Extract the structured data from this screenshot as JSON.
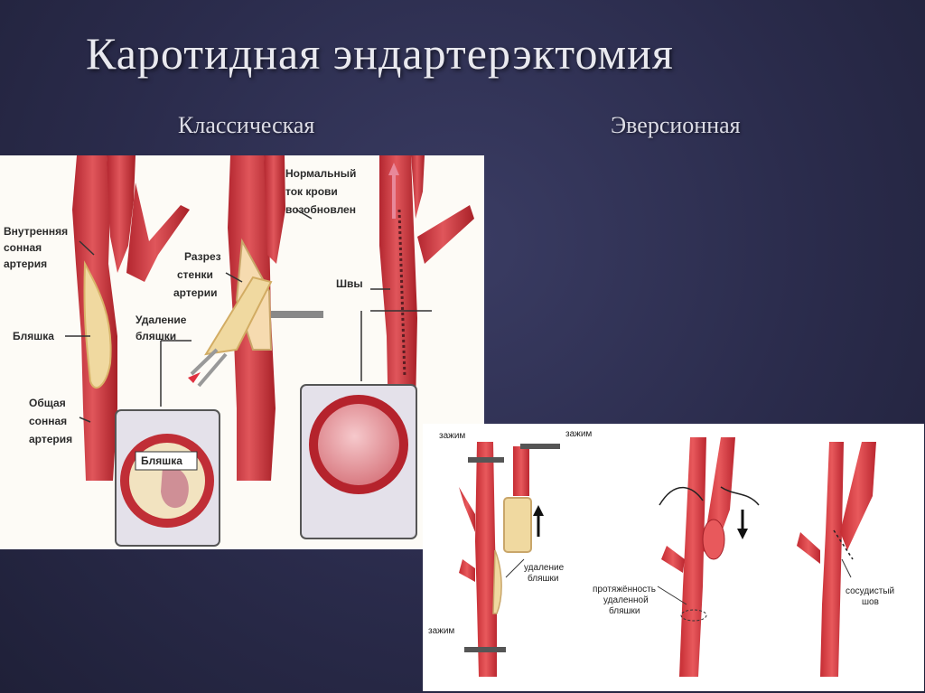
{
  "slide": {
    "title": "Каротидная эндартерэктомия",
    "left_subtitle": "Классическая",
    "right_subtitle": "Эверсионная"
  },
  "classic_panel": {
    "labels": {
      "internal_artery_1": "Внутренняя",
      "internal_artery_2": "сонная",
      "internal_artery_3": "артерия",
      "plaque": "Бляшка",
      "common_artery_1": "Общая",
      "common_artery_2": "сонная",
      "common_artery_3": "артерия",
      "incision_1": "Разрез",
      "incision_2": "стенки",
      "incision_3": "артерии",
      "removal_1": "Удаление",
      "removal_2": "бляшки",
      "normal_flow_1": "Нормальный",
      "normal_flow_2": "ток крови",
      "normal_flow_3": "возобновлен",
      "sutures": "Швы",
      "inset_plaque": "Бляшка"
    }
  },
  "eversion_panel": {
    "labels": {
      "clamp_top_left": "зажим",
      "clamp_top_right": "зажим",
      "clamp_bottom": "зажим",
      "removal_1": "удаление",
      "removal_2": "бляшки",
      "extent_1": "протяжённость",
      "extent_2": "удаленной",
      "extent_3": "бляшки",
      "suture_1": "сосудистый",
      "suture_2": "шов"
    }
  },
  "colors": {
    "background": "#2a2b4b",
    "artery": "#d8434a",
    "artery_dark": "#a8262d",
    "plaque": "#f0d9a0"
  }
}
